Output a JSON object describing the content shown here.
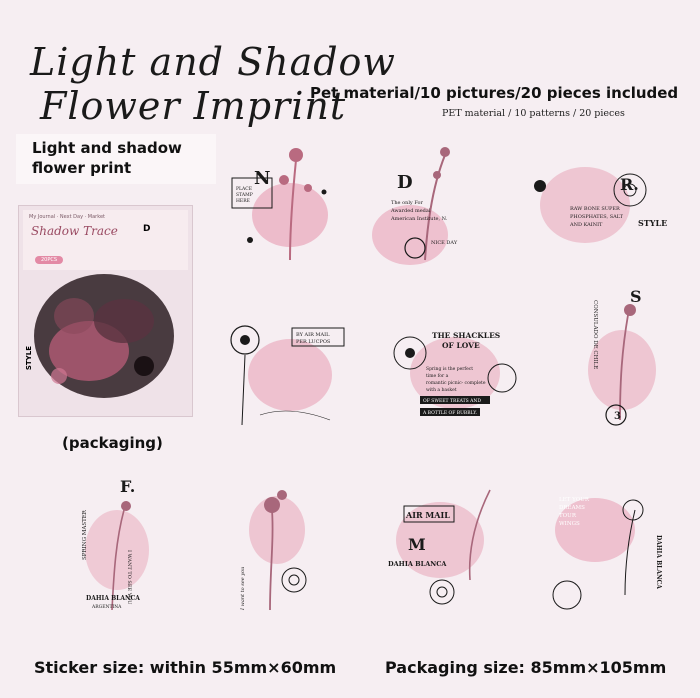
{
  "title": {
    "line1": "Light and Shadow",
    "line2": "Flower Imprint"
  },
  "subtitle": {
    "main": "Pet material/10 pictures/20 pieces included",
    "secondary": "PET material / 10 patterns / 20 pieces"
  },
  "left_label": {
    "line1": "Light and shadow",
    "line2": "flower print"
  },
  "packaging": {
    "brand": "Shadow Trace",
    "small_text": "My Journal · Next Day · Market",
    "badge": "20PCS",
    "side_text": "STYLE",
    "letter": "D",
    "caption": "(packaging)"
  },
  "stickers": [
    {
      "letter": "N",
      "text": [
        "PLACE",
        "STAMP",
        "HERE"
      ]
    },
    {
      "letter": "D",
      "text": [
        "The only For",
        "Awarded medal",
        "American Institute, N.",
        "NICE DAY"
      ]
    },
    {
      "letter": "R.",
      "text": [
        "RAW BONE SUPER",
        "PHOSPHATES, SALT",
        "AND KAINIT",
        "STYLE"
      ]
    },
    {
      "letter": "",
      "text": [
        "BY AIR MAIL",
        "PER LUCPOS"
      ]
    },
    {
      "letter": "",
      "text": [
        "THE SHACKLES",
        "OF LOVE",
        "Spring is the perfect",
        "time for a",
        "romantic picnic- complete",
        "with a basket",
        "OF SWEET TREATS AND",
        "A BOTTLE OF BUBBLY."
      ]
    },
    {
      "letter": "S",
      "text": [
        "CONSULADO DE CHILE",
        "3"
      ]
    },
    {
      "letter": "F.",
      "text": [
        "SPRING MASTER",
        "I WANT TO SEE YOU",
        "DAHIA BLANCA",
        "ARGENTINA"
      ]
    },
    {
      "letter": "",
      "text": [
        "I want to see you"
      ]
    },
    {
      "letter": "M",
      "text": [
        "AIR MAIL",
        "DAHIA BLANCA"
      ]
    },
    {
      "letter": "",
      "text": [
        "LET YOUR",
        "DREAMS",
        "TOUR",
        "WINGS",
        "DAHIA BLANCA"
      ]
    }
  ],
  "footer": {
    "sticker_size": "Sticker size: within 55mm×60mm",
    "packaging_size": "Packaging size: 85mm×105mm"
  },
  "colors": {
    "background": "#f6eef2",
    "pink": "#e594ab",
    "ink": "#1a1a1a"
  }
}
